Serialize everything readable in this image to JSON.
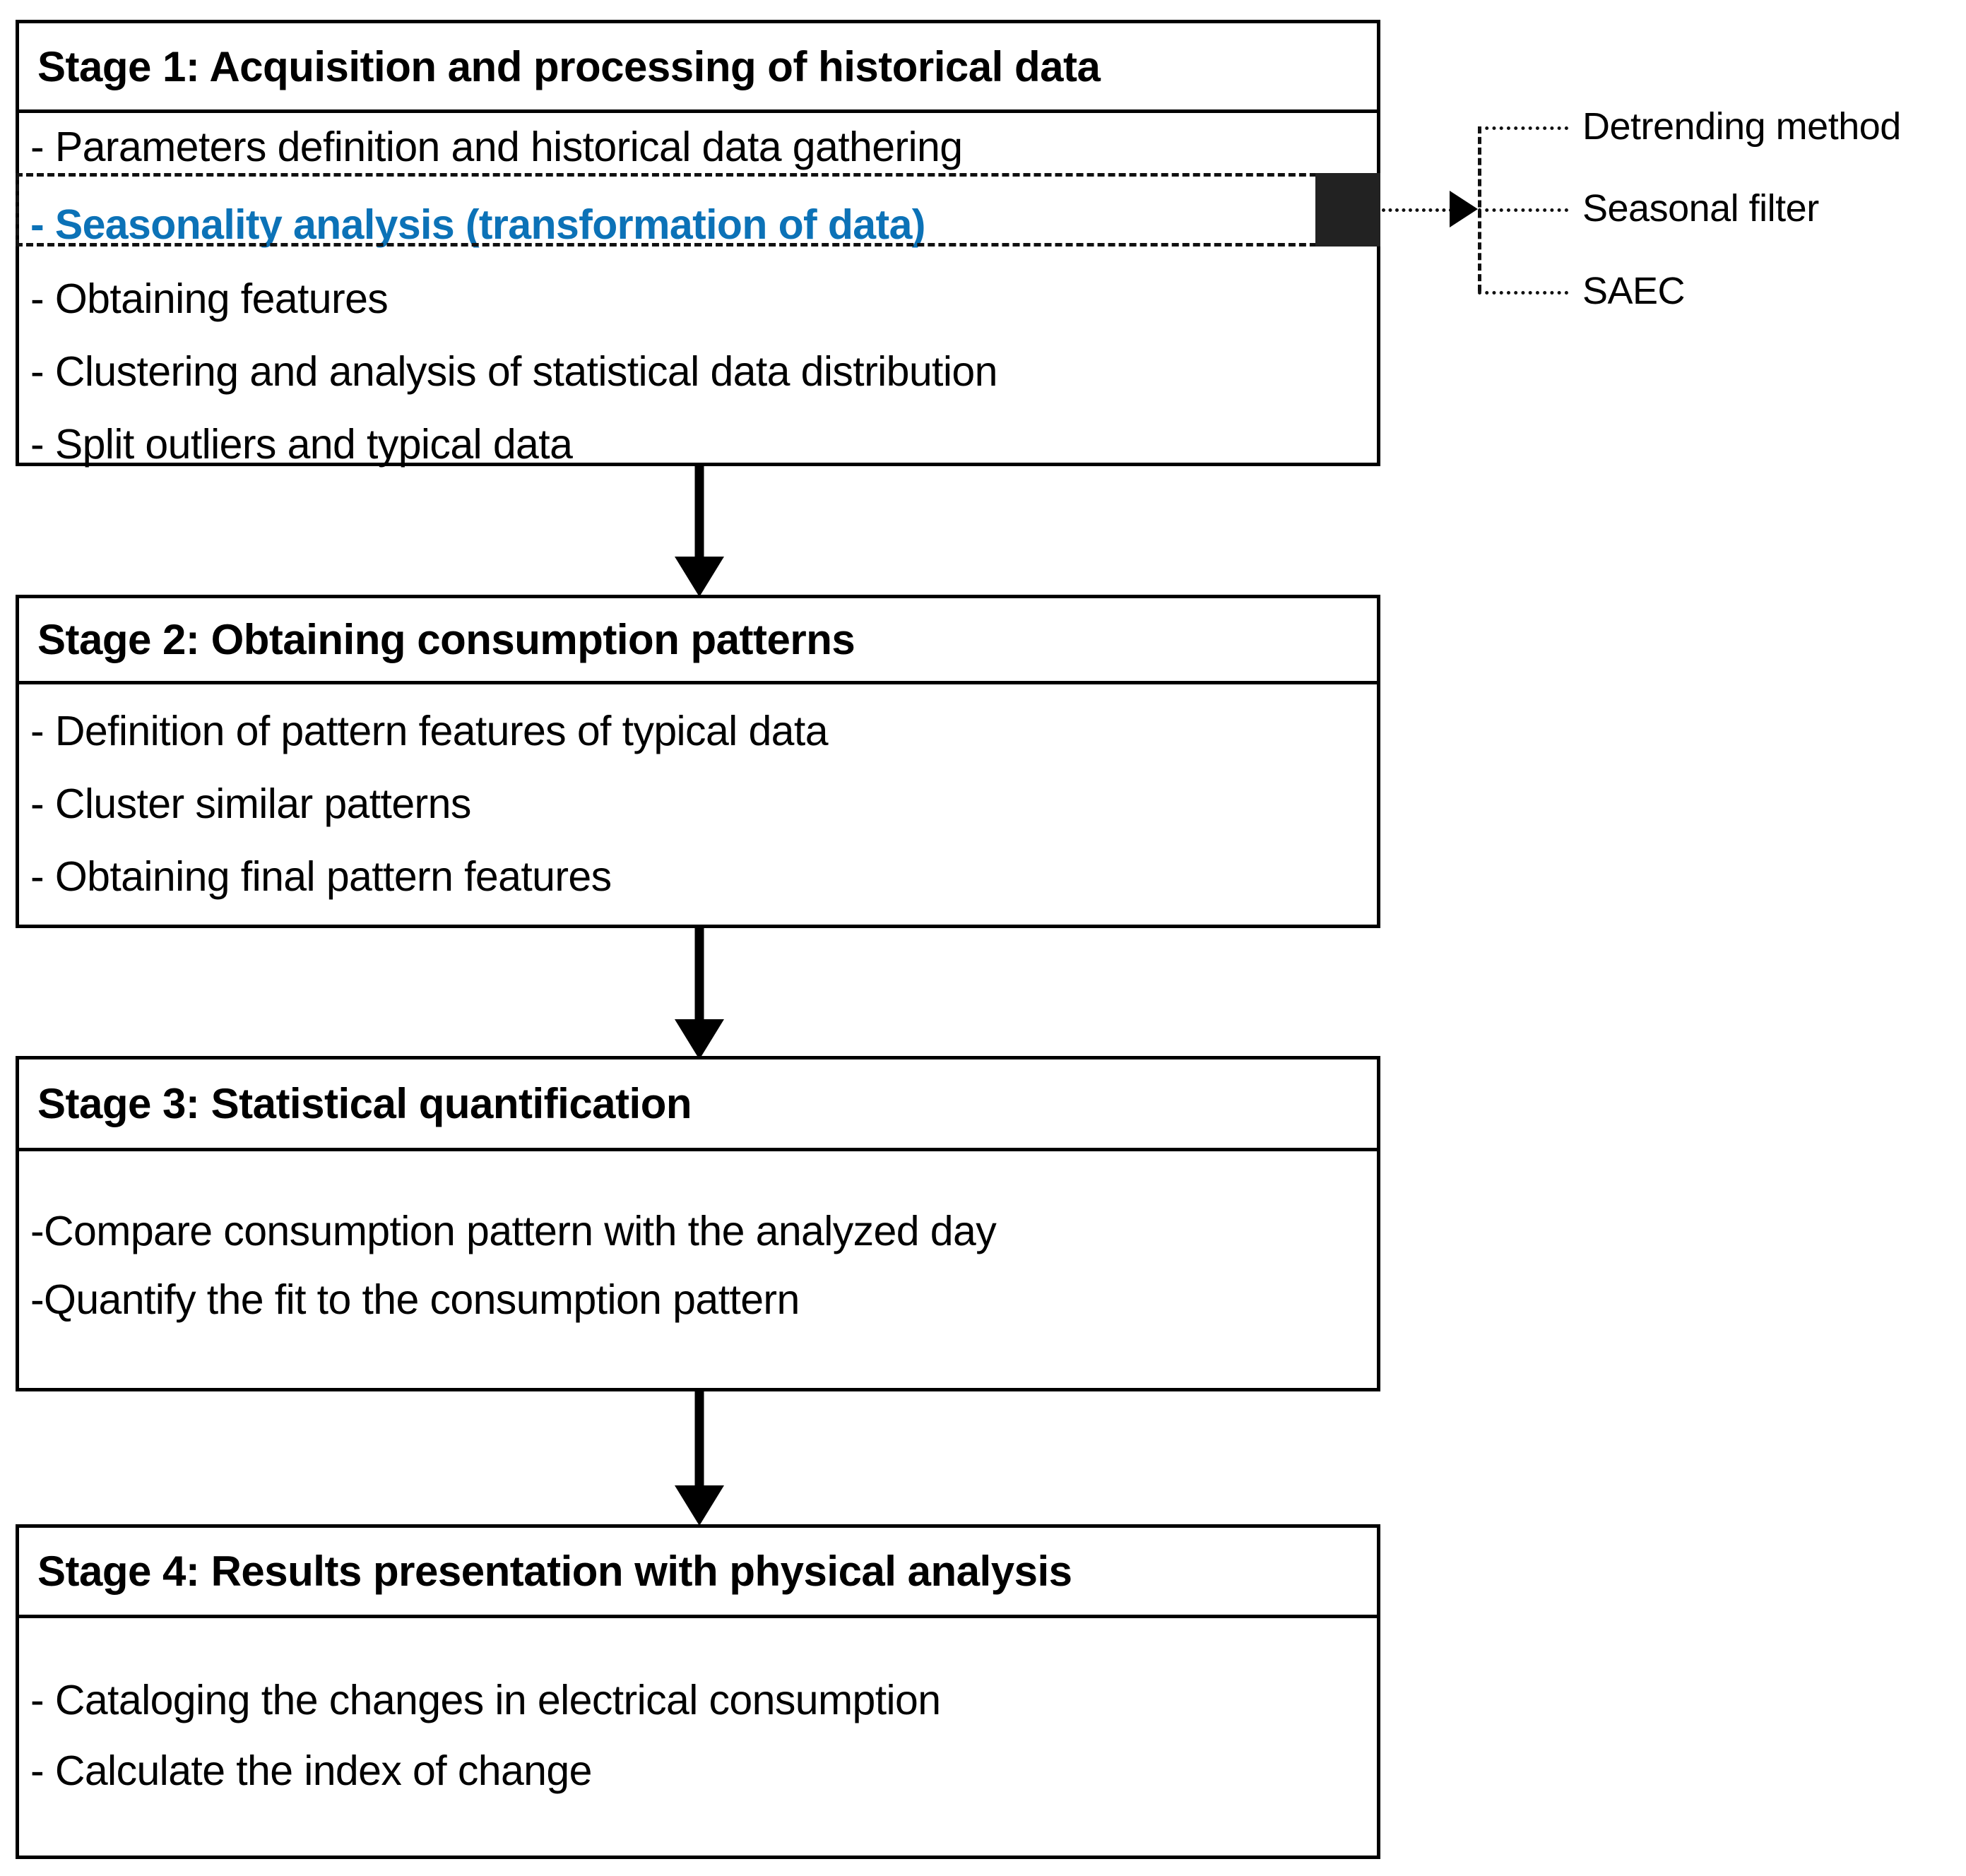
{
  "diagram": {
    "title": "Methodology stages flowchart",
    "accent_color": "#0C72B7",
    "line_color": "#000000",
    "marker_color": "#222222"
  },
  "stages": [
    {
      "id": "stage-1",
      "title": "Stage 1: Acquisition and processing of historical data",
      "bullets": [
        {
          "text": "- Parameters definition and historical data gathering",
          "highlighted": false
        },
        {
          "text": "- Seasonality analysis (transformation of data)",
          "highlighted": true
        },
        {
          "text": "- Obtaining features",
          "highlighted": false
        },
        {
          "text": "- Clustering and analysis of statistical data distribution",
          "highlighted": false
        },
        {
          "text": "- Split outliers and typical data",
          "highlighted": false
        }
      ]
    },
    {
      "id": "stage-2",
      "title": "Stage 2: Obtaining consumption patterns",
      "bullets": [
        {
          "text": "- Definition of pattern features of typical data",
          "highlighted": false
        },
        {
          "text": "- Cluster similar patterns",
          "highlighted": false
        },
        {
          "text": "- Obtaining final pattern features",
          "highlighted": false
        }
      ]
    },
    {
      "id": "stage-3",
      "title": "Stage 3: Statistical quantification",
      "bullets": [
        {
          "text": "-Compare consumption pattern with the analyzed day",
          "highlighted": false
        },
        {
          "text": "-Quantify the fit to the consumption pattern",
          "highlighted": false
        }
      ]
    },
    {
      "id": "stage-4",
      "title": "Stage 4: Results presentation with physical analysis",
      "bullets": [
        {
          "text": "- Cataloging the changes in electrical consumption",
          "highlighted": false
        },
        {
          "text": "- Calculate the index of change",
          "highlighted": false
        }
      ]
    }
  ],
  "callouts": {
    "source": "seasonality-analysis",
    "items": [
      {
        "label": "Detrending method"
      },
      {
        "label": "Seasonal filter"
      },
      {
        "label": "SAEC"
      }
    ]
  }
}
